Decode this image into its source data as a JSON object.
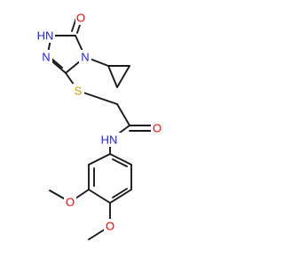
{
  "molecule": {
    "atoms": {
      "n1h": {
        "text": "HN",
        "color": "#2020ff"
      },
      "o_keto": {
        "text": "O",
        "color": "#ff0000"
      },
      "n2": {
        "text": "N",
        "color": "#2020ff"
      },
      "n4": {
        "text": "N",
        "color": "#2020ff"
      },
      "s": {
        "text": "S",
        "color": "#c8a000"
      },
      "o_amide": {
        "text": "O",
        "color": "#ff0000"
      },
      "nh": {
        "text": "HN",
        "color": "#2020ff"
      },
      "o_meo1": {
        "text": "O",
        "color": "#ff0000"
      },
      "o_meo2": {
        "text": "O",
        "color": "#ff0000"
      }
    }
  }
}
